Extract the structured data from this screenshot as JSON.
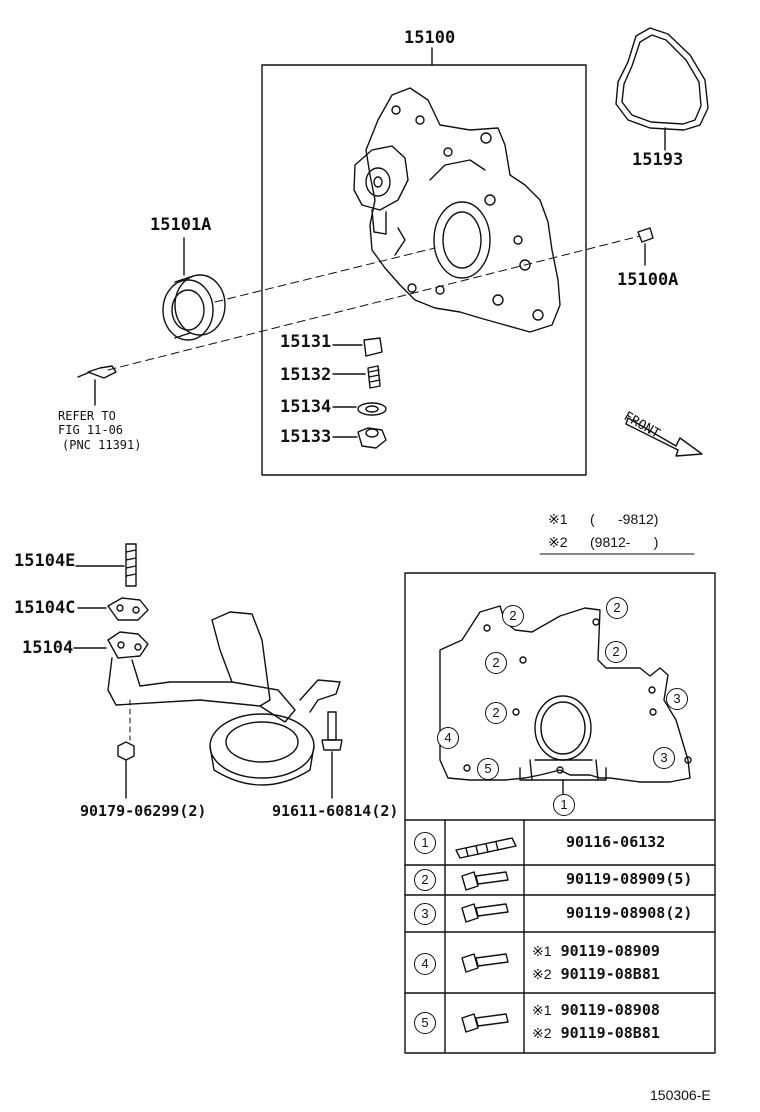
{
  "parts": {
    "p15100": "15100",
    "p15193": "15193",
    "p15101A": "15101A",
    "p15100A": "15100A",
    "p15131": "15131",
    "p15132": "15132",
    "p15134": "15134",
    "p15133": "15133",
    "p15104E": "15104E",
    "p15104C": "15104C",
    "p15104": "15104",
    "bolt_left": "90179-06299(2)",
    "bolt_right": "91611-60814(2)"
  },
  "refer": {
    "line1": "REFER TO",
    "line2": "FIG 11-06",
    "line3": "(PNC 11391)"
  },
  "front_label": "FRONT",
  "legend": {
    "mark1": "※1",
    "range1": "(      -9812)",
    "mark2": "※2",
    "range2": "(9812-      )"
  },
  "pump_callouts": [
    "2",
    "2",
    "2",
    "2",
    "2",
    "3",
    "3",
    "4",
    "5",
    "1"
  ],
  "table": {
    "rows": [
      {
        "num": "1",
        "entries": [
          {
            "mark": "",
            "part": "90116-06132"
          }
        ]
      },
      {
        "num": "2",
        "entries": [
          {
            "mark": "",
            "part": "90119-08909(5)"
          }
        ]
      },
      {
        "num": "3",
        "entries": [
          {
            "mark": "",
            "part": "90119-08908(2)"
          }
        ]
      },
      {
        "num": "4",
        "entries": [
          {
            "mark": "※1",
            "part": "90119-08909"
          },
          {
            "mark": "※2",
            "part": "90119-08B81"
          }
        ]
      },
      {
        "num": "5",
        "entries": [
          {
            "mark": "※1",
            "part": "90119-08908"
          },
          {
            "mark": "※2",
            "part": "90119-08B81"
          }
        ]
      }
    ]
  },
  "footer_code": "150306-E"
}
